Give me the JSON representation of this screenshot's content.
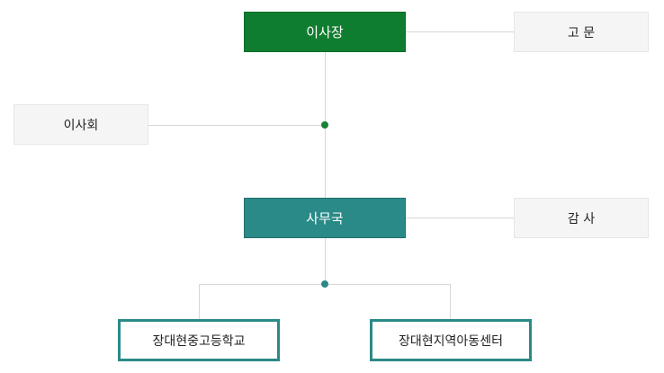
{
  "nodes": {
    "chairman": "이사장",
    "advisor": "고 문",
    "board": "이사회",
    "secretariat": "사무국",
    "auditor": "감 사",
    "high_school": "장대현중고등학교",
    "child_center": "장대현지역아동센터"
  },
  "colors": {
    "chairman_fill": "#0f7d2f",
    "secretariat_fill": "#2a8a88",
    "school_border": "#2a8a88",
    "connector_line": "#d7d7d7",
    "upper_junction_dot": "#1a8137",
    "lower_junction_dot": "#2a8a88"
  }
}
